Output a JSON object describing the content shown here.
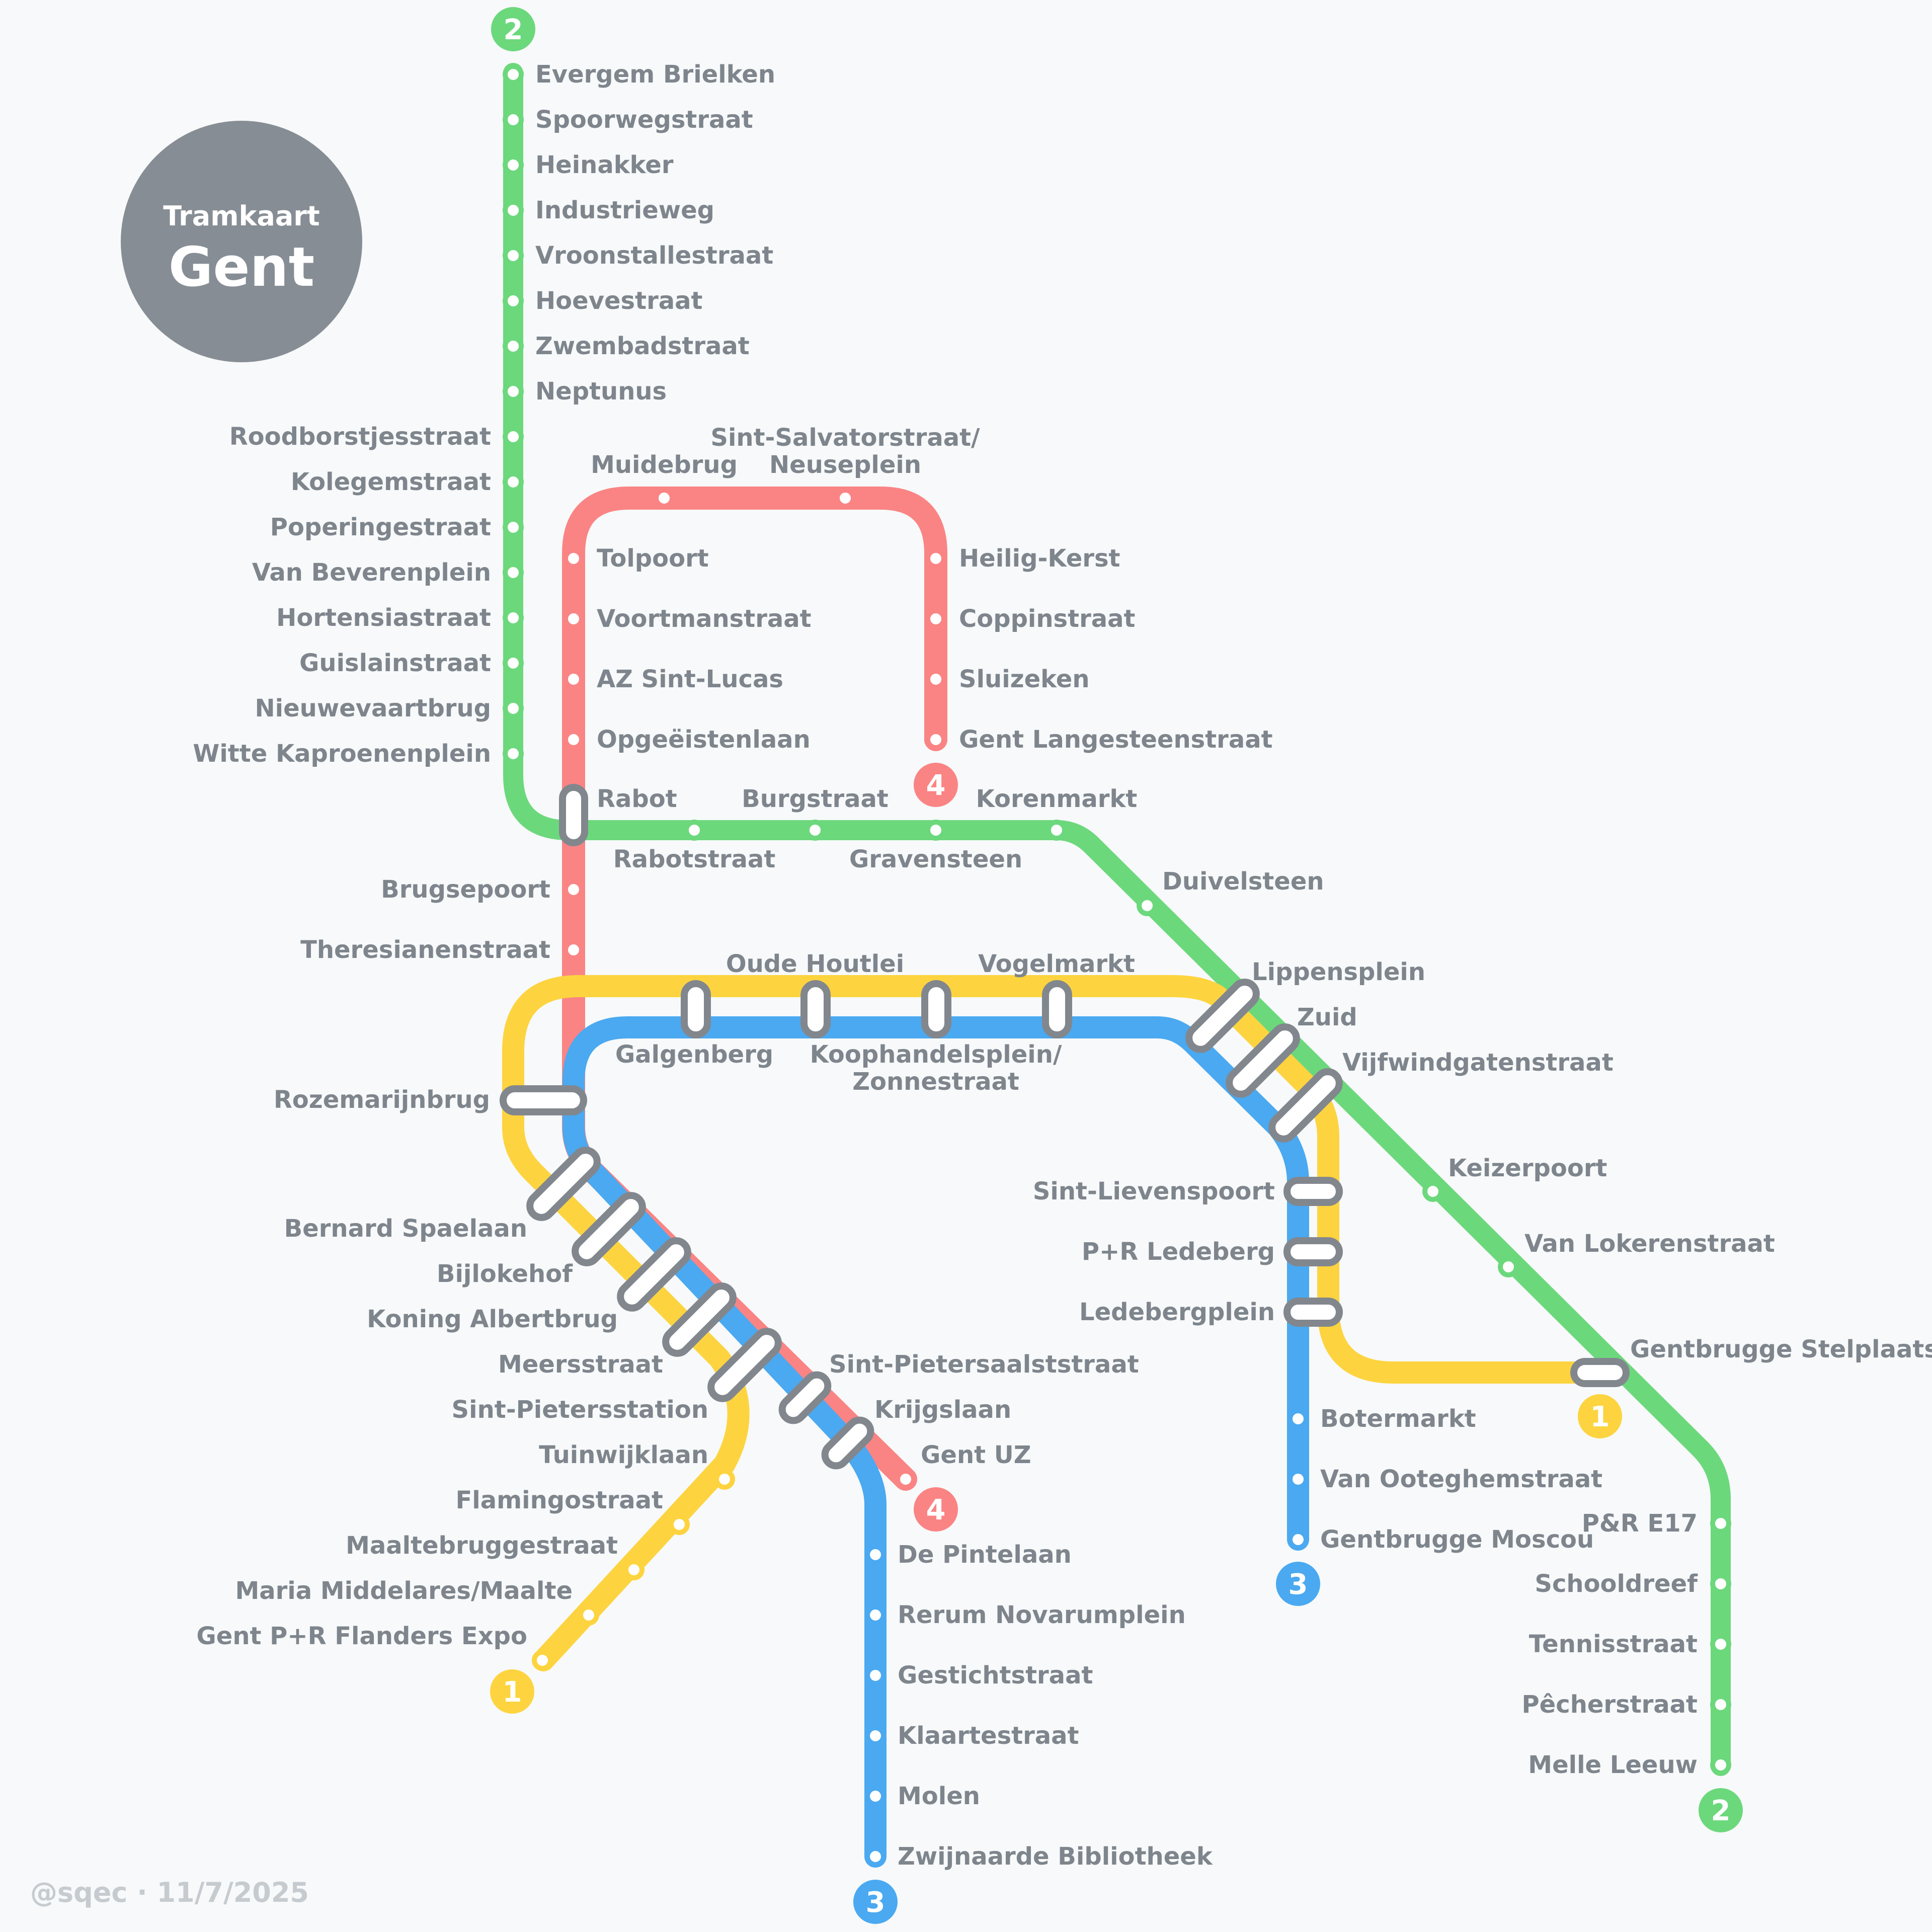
{
  "title": {
    "small": "Tramkaart",
    "big": "Gent"
  },
  "credit": "@sqec · 11/7/2025",
  "colors": {
    "line1": "#fdd43f",
    "line2": "#6cd87c",
    "line3": "#4aa9f0",
    "line4": "#fa8484",
    "interchange": "#82878e",
    "label": "#7e858c",
    "background": "#f7f9fa",
    "title_circle": "#878d94"
  },
  "lines": [
    {
      "number": "1",
      "color": "#fdd43f"
    },
    {
      "number": "2",
      "color": "#6cd87c"
    },
    {
      "number": "3",
      "color": "#4aa9f0"
    },
    {
      "number": "4",
      "color": "#fa8484"
    }
  ],
  "terminus_badges": {
    "line1": "1",
    "line2": "2",
    "line3": "3",
    "line4": "4"
  },
  "stations": {
    "evergem_brielken": "Evergem Brielken",
    "spoorwegstraat": "Spoorwegstraat",
    "heinakker": "Heinakker",
    "industrieweg": "Industrieweg",
    "vroonstallestraat": "Vroonstallestraat",
    "hoevestraat": "Hoevestraat",
    "zwembadstraat": "Zwembadstraat",
    "neptunus": "Neptunus",
    "roodborstjesstraat": "Roodborstjesstraat",
    "kolegemstraat": "Kolegemstraat",
    "poperingestraat": "Poperingestraat",
    "van_beverenplein": "Van Beverenplein",
    "hortensiastraat": "Hortensiastraat",
    "guislainstraat": "Guislainstraat",
    "nieuwevaartbrug": "Nieuwevaartbrug",
    "witte_kaproenenplein": "Witte Kaproenenplein",
    "muidebrug": "Muidebrug",
    "sint_salvatorstraat_1": "Sint-Salvatorstraat/",
    "sint_salvatorstraat_2": "Neuseplein",
    "tolpoort": "Tolpoort",
    "voortmanstraat": "Voortmanstraat",
    "az_sint_lucas": "AZ Sint-Lucas",
    "opgeeistenlaan": "Opgeëistenlaan",
    "heilig_kerst": "Heilig-Kerst",
    "coppinstraat": "Coppinstraat",
    "sluizeken": "Sluizeken",
    "gent_langesteenstraat": "Gent Langesteenstraat",
    "rabot": "Rabot",
    "burgstraat": "Burgstraat",
    "korenmarkt": "Korenmarkt",
    "rabotstraat": "Rabotstraat",
    "gravensteen": "Gravensteen",
    "duivelsteen": "Duivelsteen",
    "brugsepoort": "Brugsepoort",
    "theresianenstraat": "Theresianenstraat",
    "oude_houtlei": "Oude Houtlei",
    "vogelmarkt": "Vogelmarkt",
    "lippensplein": "Lippensplein",
    "zuid": "Zuid",
    "vijfwindgatenstraat": "Vijfwindgatenstraat",
    "galgenberg": "Galgenberg",
    "koophandelsplein_1": "Koophandelsplein/",
    "koophandelsplein_2": "Zonnestraat",
    "rozemarijnbrug": "Rozemarijnbrug",
    "keizerpoort": "Keizerpoort",
    "van_lokerenstraat": "Van Lokerenstraat",
    "sint_lievenspoort": "Sint-Lievenspoort",
    "pr_ledeberg": "P+R Ledeberg",
    "ledebergplein": "Ledebergplein",
    "gentbrugge_stelplaats": "Gentbrugge Stelplaats",
    "bernard_spaelaan": "Bernard Spaelaan",
    "bijlokehof": "Bijlokehof",
    "koning_albertbrug": "Koning Albertbrug",
    "meersstraat": "Meersstraat",
    "sint_pietersaalststraat": "Sint-Pietersaalststraat",
    "sint_pietersstation": "Sint-Pietersstation",
    "krijgslaan": "Krijgslaan",
    "tuinwijklaan": "Tuinwijklaan",
    "gent_uz": "Gent UZ",
    "flamingostraat": "Flamingostraat",
    "maaltebruggestraat": "Maaltebruggestraat",
    "maria_middelares": "Maria Middelares/Maalte",
    "gent_pr_flanders_expo": "Gent P+R Flanders Expo",
    "botermarkt": "Botermarkt",
    "van_ooteghemstraat": "Van Ooteghemstraat",
    "gentbrugge_moscou": "Gentbrugge Moscou",
    "pr_e17": "P&R E17",
    "schooldreef": "Schooldreef",
    "tennisstraat": "Tennisstraat",
    "pecherstraat": "Pêcherstraat",
    "melle_leeuw": "Melle Leeuw",
    "de_pintelaan": "De Pintelaan",
    "rerum_novarumplein": "Rerum Novarumplein",
    "gestichtstraat": "Gestichtstraat",
    "klaartestraat": "Klaartestraat",
    "molen": "Molen",
    "zwijnaarde_bibliotheek": "Zwijnaarde Bibliotheek"
  }
}
